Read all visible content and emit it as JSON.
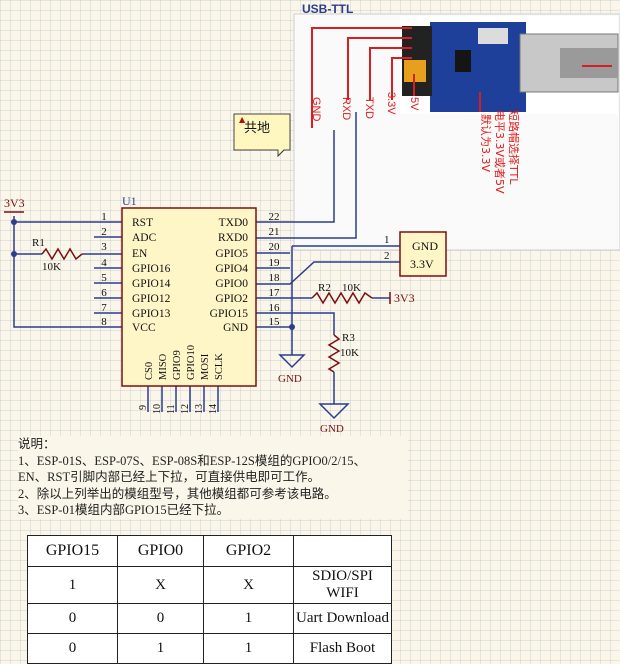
{
  "usb_module": {
    "title": "USB-TTL",
    "pins": [
      "GND",
      "RXD",
      "TXD",
      "3.3V",
      "5V"
    ],
    "note_lines": [
      "短路帽选择TTL",
      "电平3.3V或者5V",
      "默认为3.3V"
    ]
  },
  "gnd_tag": "共地",
  "power": {
    "label": "3V3",
    "gnd_symbol_label": "GND"
  },
  "chip": {
    "ref": "U1",
    "left_pins": [
      {
        "num": "1",
        "name": "RST"
      },
      {
        "num": "2",
        "name": "ADC"
      },
      {
        "num": "3",
        "name": "EN"
      },
      {
        "num": "4",
        "name": "GPIO16"
      },
      {
        "num": "5",
        "name": "GPIO14"
      },
      {
        "num": "6",
        "name": "GPIO12"
      },
      {
        "num": "7",
        "name": "GPIO13"
      },
      {
        "num": "8",
        "name": "VCC"
      }
    ],
    "right_pins": [
      {
        "num": "22",
        "name": "TXD0"
      },
      {
        "num": "21",
        "name": "RXD0"
      },
      {
        "num": "20",
        "name": "GPIO5"
      },
      {
        "num": "19",
        "name": "GPIO4"
      },
      {
        "num": "18",
        "name": "GPIO0"
      },
      {
        "num": "17",
        "name": "GPIO2"
      },
      {
        "num": "16",
        "name": "GPIO15"
      },
      {
        "num": "15",
        "name": "GND"
      }
    ],
    "bottom_pins": [
      {
        "num": "9",
        "name": "CS0"
      },
      {
        "num": "10",
        "name": "MISO"
      },
      {
        "num": "11",
        "name": "GPIO9"
      },
      {
        "num": "12",
        "name": "GPIO10"
      },
      {
        "num": "13",
        "name": "MOSI"
      },
      {
        "num": "14",
        "name": "SCLK"
      }
    ]
  },
  "resistors": {
    "r1": {
      "ref": "R1",
      "value": "10K"
    },
    "r2": {
      "ref": "R2",
      "value": "10K"
    },
    "r3": {
      "ref": "R3",
      "value": "10K"
    }
  },
  "connector": {
    "pins": [
      "1",
      "2"
    ],
    "labels": [
      "GND",
      "3.3V"
    ]
  },
  "notes": [
    "说明：",
    "1、ESP-01S、ESP-07S、ESP-08S和ESP-12S模组的GPIO0/2/15、",
    "EN、RST引脚内部已经上下拉，可直接供电即可工作。",
    "2、除以上列举出的模组型号，其他模组都可参考该电路。",
    "3、ESP-01模组内部GPIO15已经下拉。"
  ],
  "config_table": {
    "headers": [
      "GPIO15",
      "GPIO0",
      "GPIO2",
      ""
    ],
    "rows": [
      [
        "1",
        "X",
        "X",
        "SDIO/SPI WIFI"
      ],
      [
        "0",
        "0",
        "1",
        "Uart Download"
      ],
      [
        "0",
        "1",
        "1",
        "Flash Boot"
      ]
    ]
  },
  "colors": {
    "wire": "#2b3d8c",
    "label": "#7a1010",
    "chip_fill": "#fff6c8",
    "usb_wire": "#d81e1e",
    "usb_text": "#e01a1a"
  }
}
